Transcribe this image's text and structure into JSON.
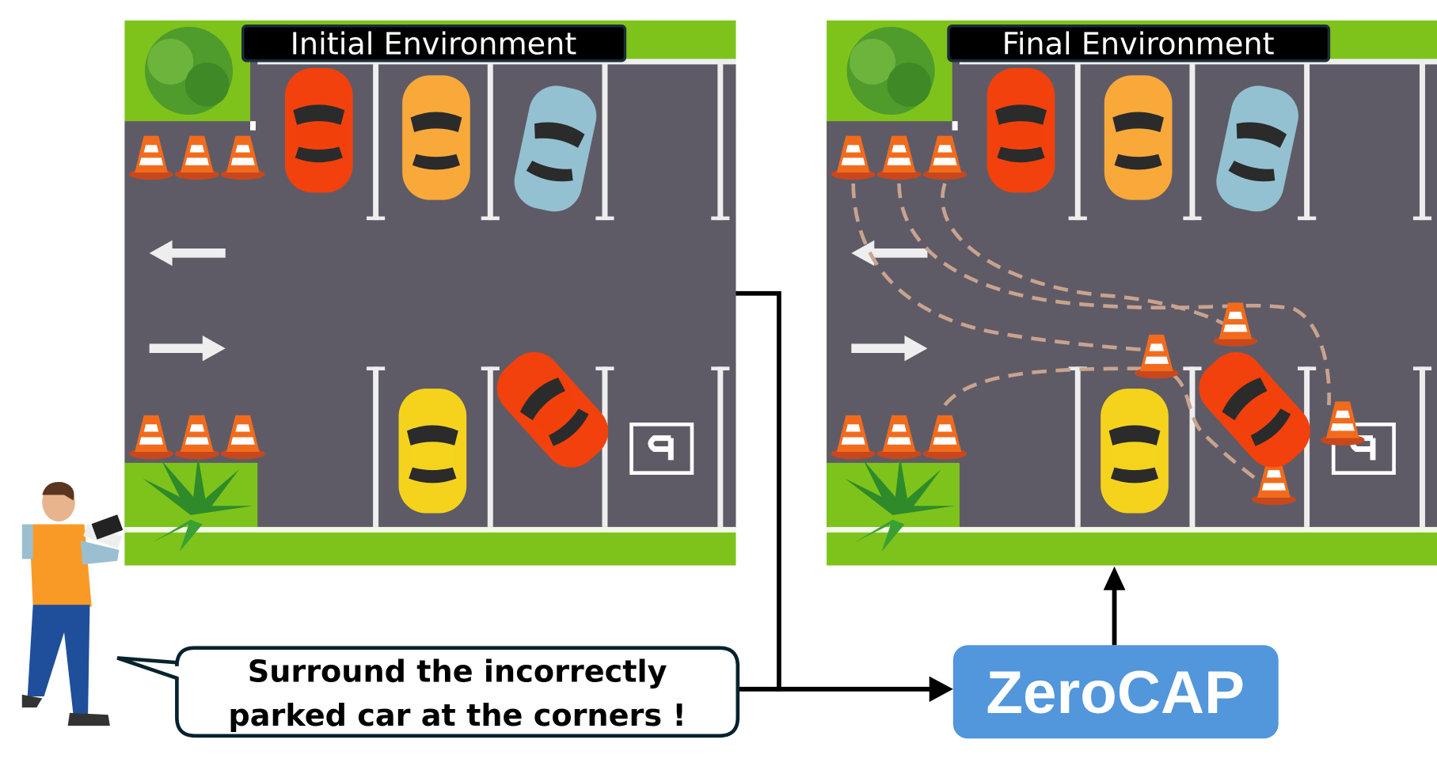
{
  "panels": [
    {
      "title": "Initial Environment"
    },
    {
      "title": "Final Environment"
    }
  ],
  "instruction": {
    "line1": "Surround the incorrectly",
    "line2": "parked car at the corners !"
  },
  "system": {
    "label": "ZeroCAP"
  },
  "colors": {
    "asphalt": "#5f5b66",
    "grass": "#7ec31b",
    "zerocap": "#5296db",
    "bubble_border": "#06222f",
    "red_car": "#f2410c",
    "yellow_car": "#f9a93a",
    "blue_car": "#93c1d1",
    "taxi": "#f5d31d",
    "path": "#c9a38f"
  },
  "icons": [
    "tree-icon",
    "plant-icon",
    "traffic-cone-icon",
    "arrow-left-icon",
    "arrow-right-icon",
    "car-icon",
    "taxi-icon",
    "parking-sign-icon",
    "person-with-controller-icon"
  ]
}
